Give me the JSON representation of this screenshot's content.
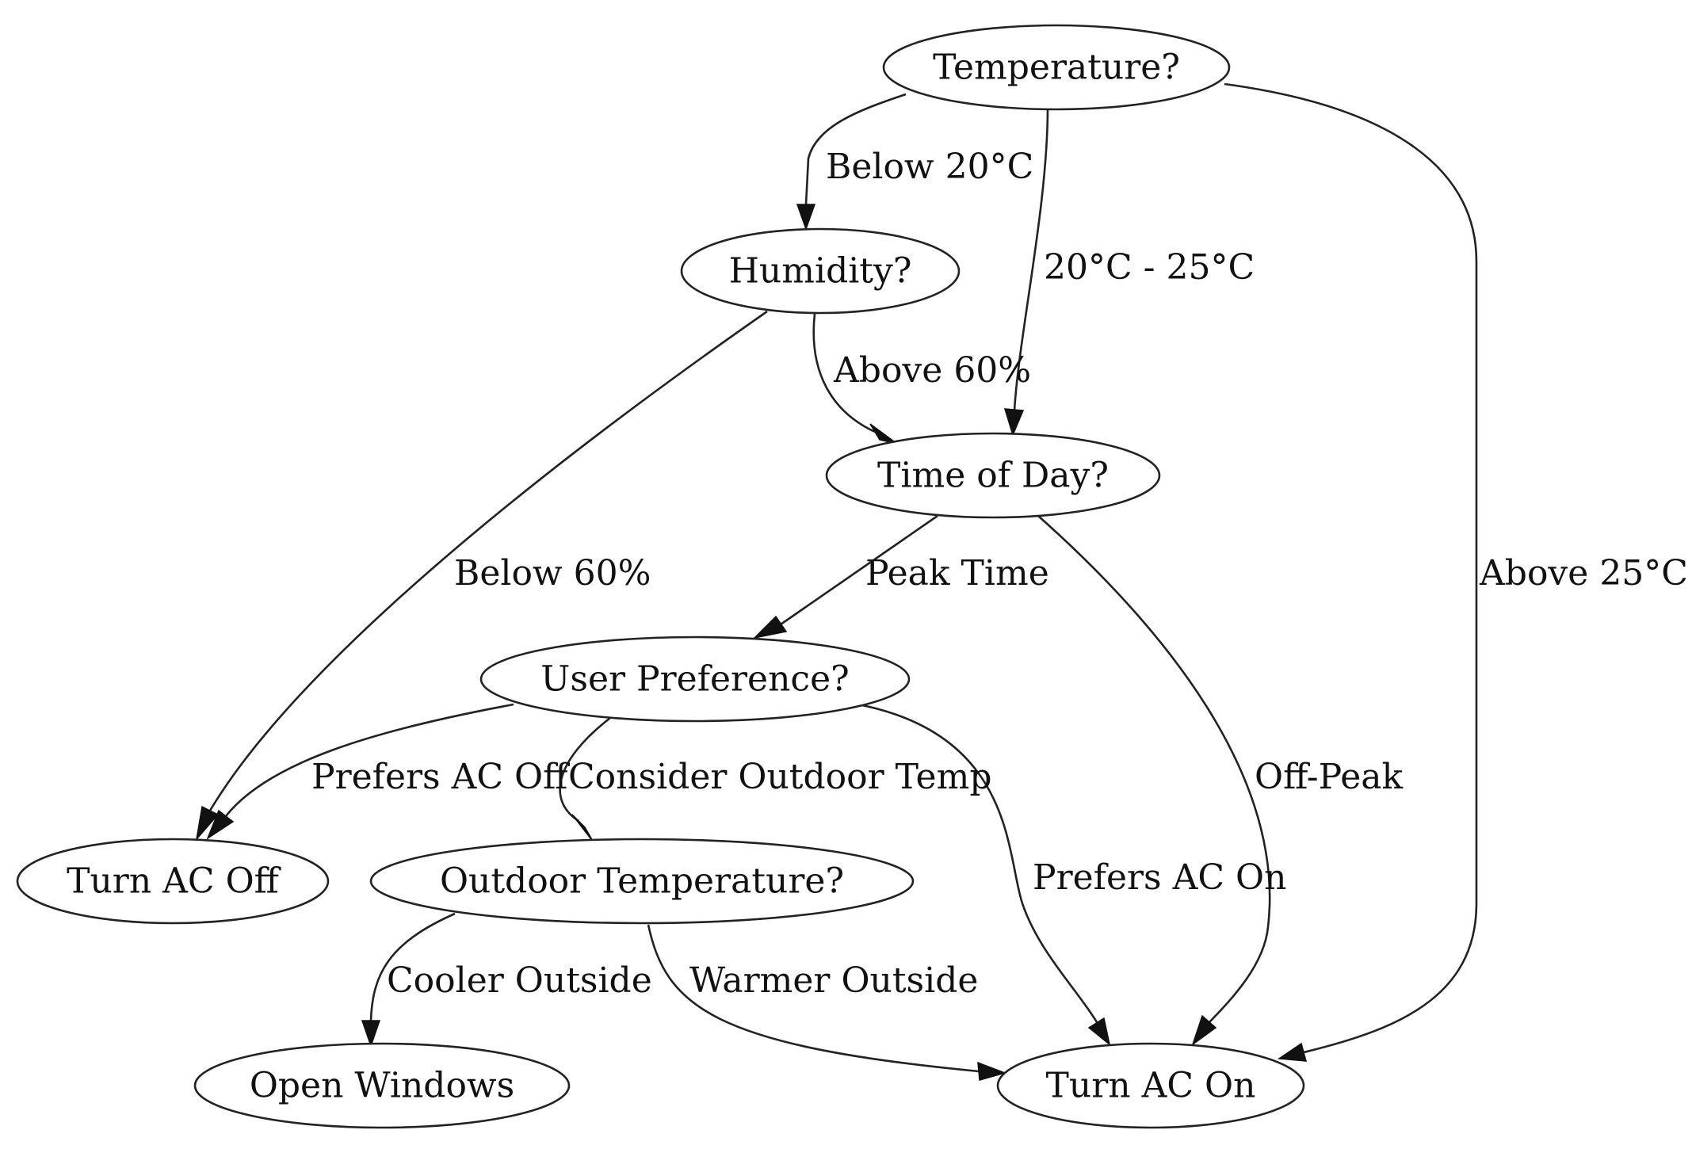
{
  "nodes": {
    "temperature": "Temperature?",
    "humidity": "Humidity?",
    "time_of_day": "Time of Day?",
    "user_preference": "User Preference?",
    "turn_ac_off": "Turn AC Off",
    "outdoor_temperature": "Outdoor Temperature?",
    "open_windows": "Open Windows",
    "turn_ac_on": "Turn AC On"
  },
  "edges": {
    "temp_below_20": "Below 20°C",
    "temp_20_25": "20°C - 25°C",
    "temp_above_25": "Above 25°C",
    "humidity_above_60": "Above 60%",
    "humidity_below_60": "Below 60%",
    "time_peak": "Peak Time",
    "time_off_peak": "Off-Peak",
    "pref_off": "Prefers AC Off",
    "pref_consider_outdoor": "Consider Outdoor Temp",
    "pref_on": "Prefers AC On",
    "outdoor_cooler": "Cooler Outside",
    "outdoor_warmer": "Warmer Outside"
  }
}
